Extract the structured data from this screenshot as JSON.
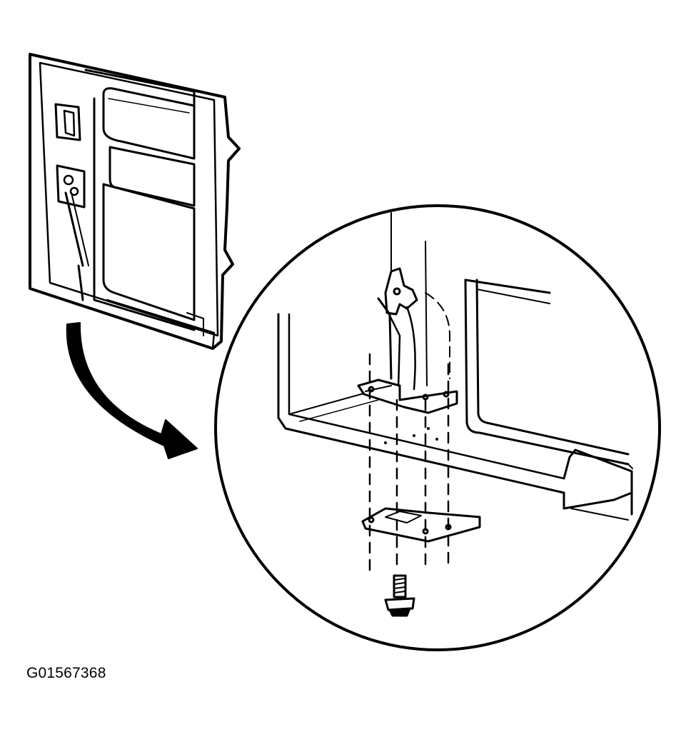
{
  "figure": {
    "id_label": "G01567368",
    "ink_color": "#000000",
    "background_color": "#ffffff",
    "components": [
      "door-panel",
      "latch-rod",
      "callout-arrow",
      "detail-magnifier",
      "latch",
      "reinforcement-plate",
      "backing-plate",
      "bolt"
    ]
  }
}
